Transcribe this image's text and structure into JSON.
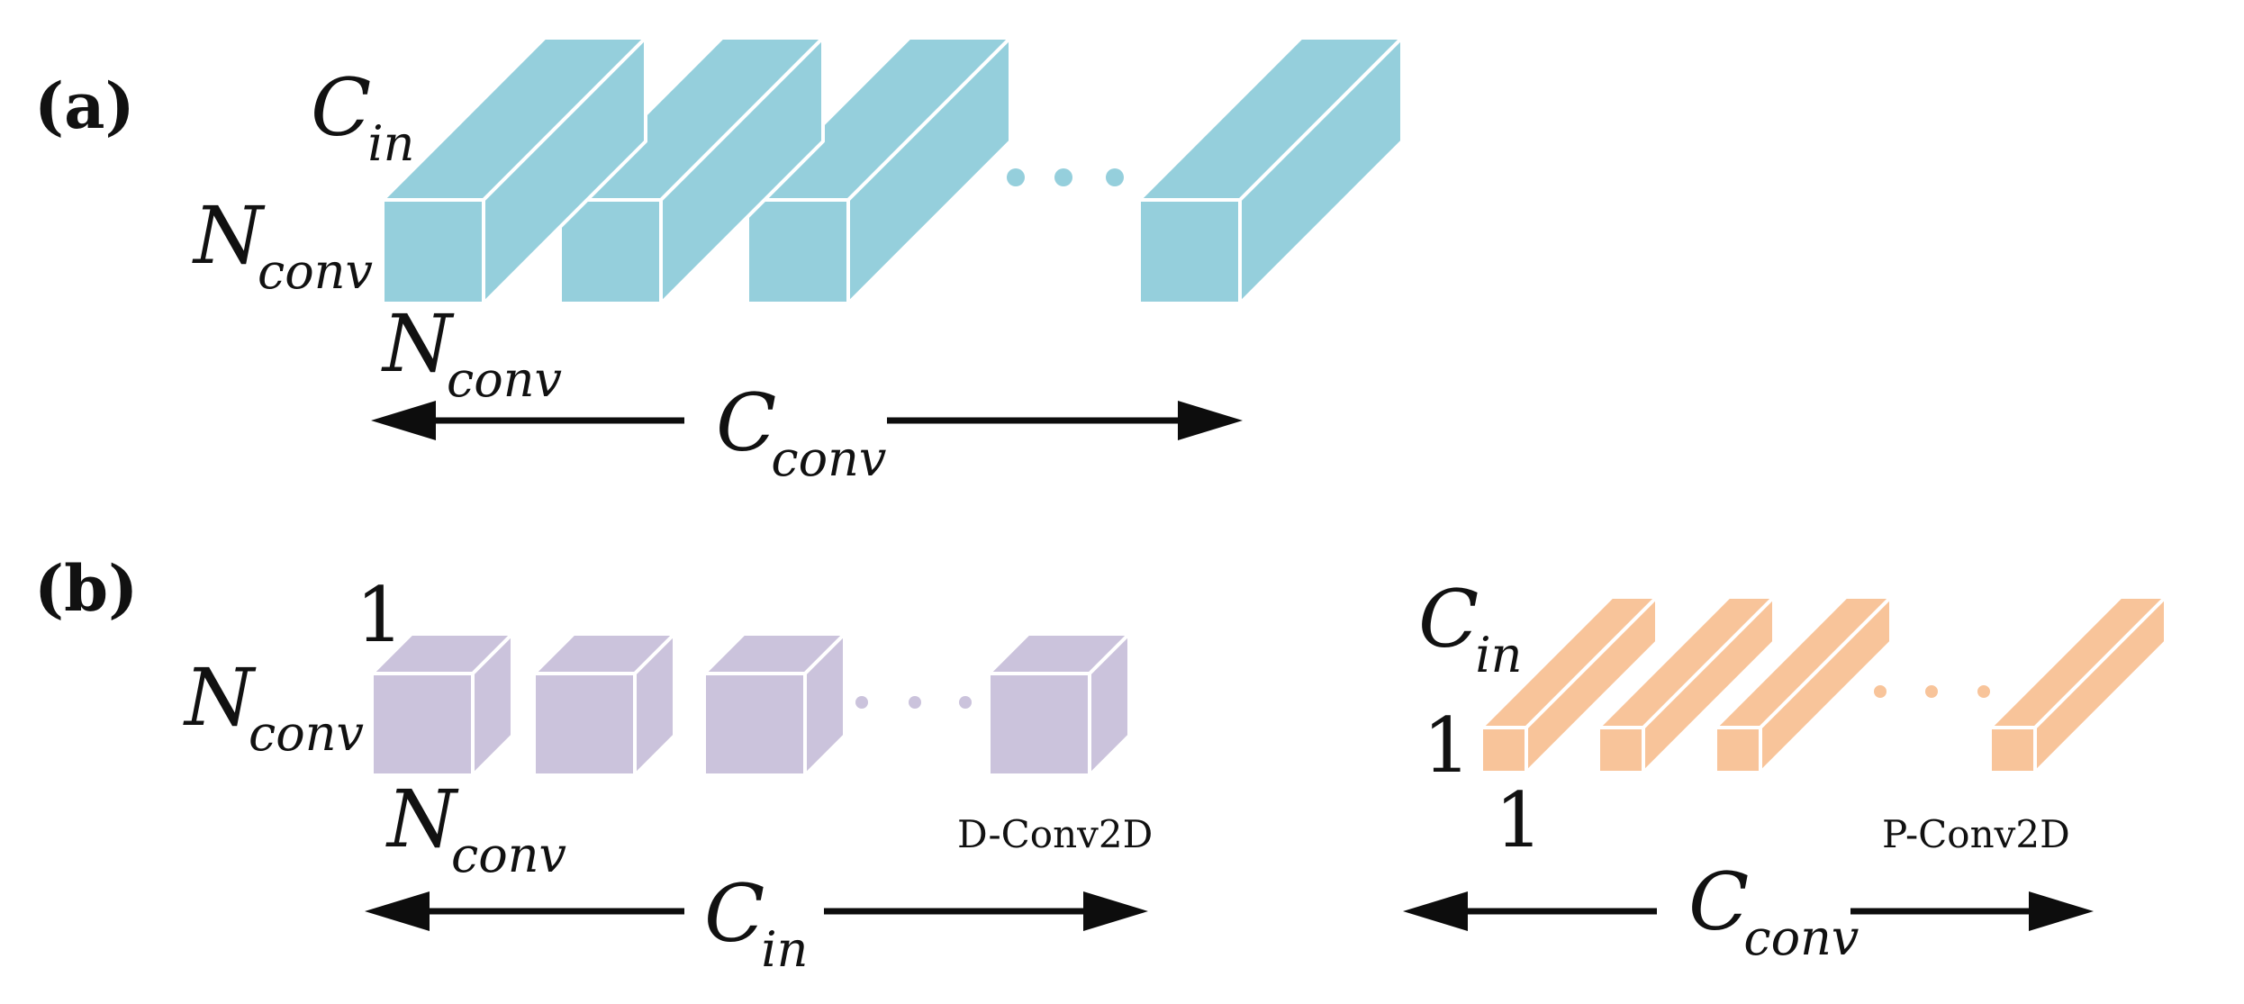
{
  "colors": {
    "standard_conv": "#95cfdc",
    "depthwise_conv": "#cbc3dc",
    "pointwise_conv": "#f8c49a",
    "arrow": "#0d0d0d",
    "edge": "#ffffff"
  },
  "panel_a": {
    "label": "(a)",
    "c_in": {
      "main": "C",
      "sub": "in"
    },
    "n_conv_left": {
      "main": "N",
      "sub": "conv"
    },
    "n_conv_bottom": {
      "main": "N",
      "sub": "conv"
    },
    "c_conv": {
      "main": "C",
      "sub": "conv"
    }
  },
  "panel_b": {
    "label": "(b)",
    "depthwise": {
      "depth_one": "1",
      "n_conv_left": {
        "main": "N",
        "sub": "conv"
      },
      "n_conv_bottom": {
        "main": "N",
        "sub": "conv"
      },
      "name": "D-Conv2D",
      "c_in": {
        "main": "C",
        "sub": "in"
      }
    },
    "pointwise": {
      "c_in": {
        "main": "C",
        "sub": "in"
      },
      "height_one": "1",
      "width_one": "1",
      "name": "P-Conv2D",
      "c_conv": {
        "main": "C",
        "sub": "conv"
      }
    }
  }
}
